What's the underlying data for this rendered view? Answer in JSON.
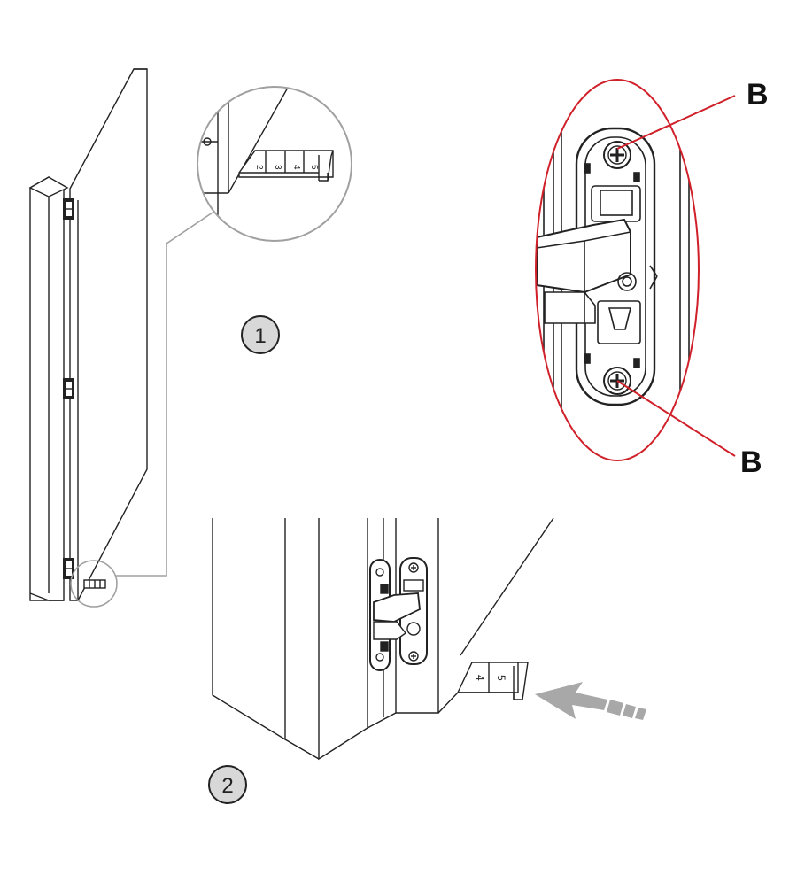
{
  "steps": [
    {
      "number": "1"
    },
    {
      "number": "2"
    }
  ],
  "callouts": {
    "top_label": "B",
    "bottom_label": "B"
  },
  "shim_top": {
    "tabs": [
      "2",
      "3",
      "4",
      "5"
    ]
  },
  "shim_bottom": {
    "tabs": [
      "4",
      "5"
    ]
  },
  "colors": {
    "line": "#222222",
    "zoom_circle": "#a0a0a0",
    "highlight": "#d0202a",
    "step_badge_fill": "#d8d8d8",
    "arrow": "#a8a8a8"
  },
  "icons": {
    "screw": "screw-icon",
    "arrow": "arrow-right-icon"
  }
}
